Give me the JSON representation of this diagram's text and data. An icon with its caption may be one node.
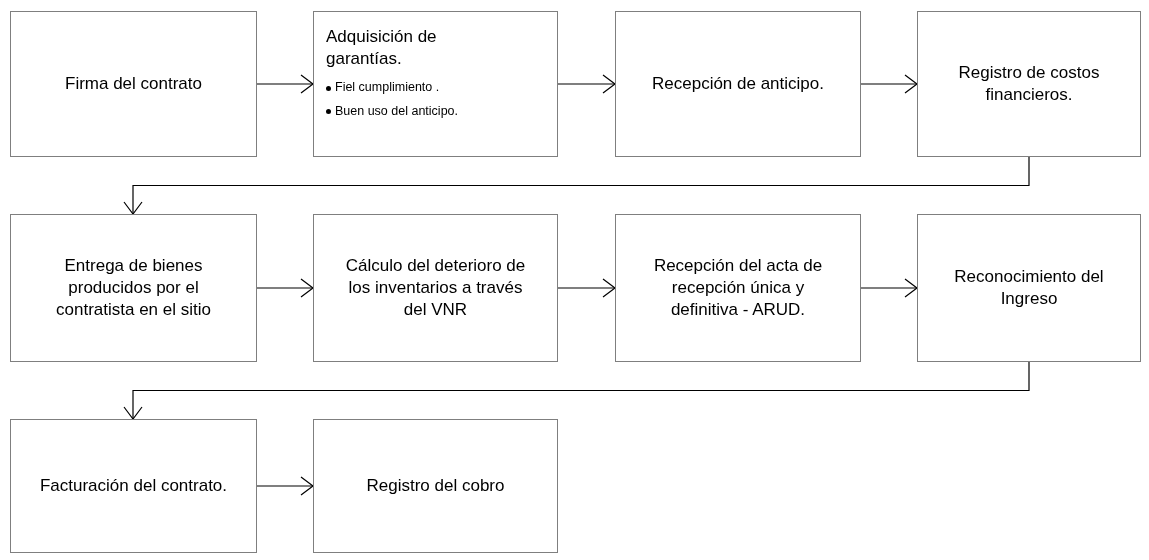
{
  "diagram": {
    "nodes": [
      {
        "text": [
          "Firma del contrato"
        ]
      },
      {
        "text": [
          "Adquisición de garantías.",
          "Fiel cumplimiento .",
          "Buen uso del anticipo."
        ]
      },
      {
        "text": [
          "Recepción de anticipo."
        ]
      },
      {
        "text": [
          "Registro de costos financieros."
        ]
      },
      {
        "text": [
          "Entrega de bienes producidos por el contratista en el sitio"
        ]
      },
      {
        "text": [
          "Cálculo del deterioro de los inventarios a través del VNR"
        ]
      },
      {
        "text": [
          "Recepción del acta de recepción única y definitiva - ARUD."
        ]
      },
      {
        "text": [
          "Reconocimiento del Ingreso"
        ]
      },
      {
        "text": [
          "Facturación del contrato."
        ]
      },
      {
        "text": [
          "Registro del cobro"
        ]
      }
    ],
    "edges": [
      {
        "from": 0,
        "to": 1,
        "arrow": "to"
      },
      {
        "from": 1,
        "to": 2,
        "arrow": "to"
      },
      {
        "from": 2,
        "to": 3,
        "arrow": "to"
      },
      {
        "from": 3,
        "to": 4,
        "arrow": "to"
      },
      {
        "from": 4,
        "to": 5,
        "arrow": "to"
      },
      {
        "from": 5,
        "to": 6,
        "arrow": "to"
      },
      {
        "from": 6,
        "to": 7,
        "arrow": "to"
      },
      {
        "from": 7,
        "to": 8,
        "arrow": "to"
      },
      {
        "from": 8,
        "to": 9,
        "arrow": "to"
      }
    ]
  }
}
